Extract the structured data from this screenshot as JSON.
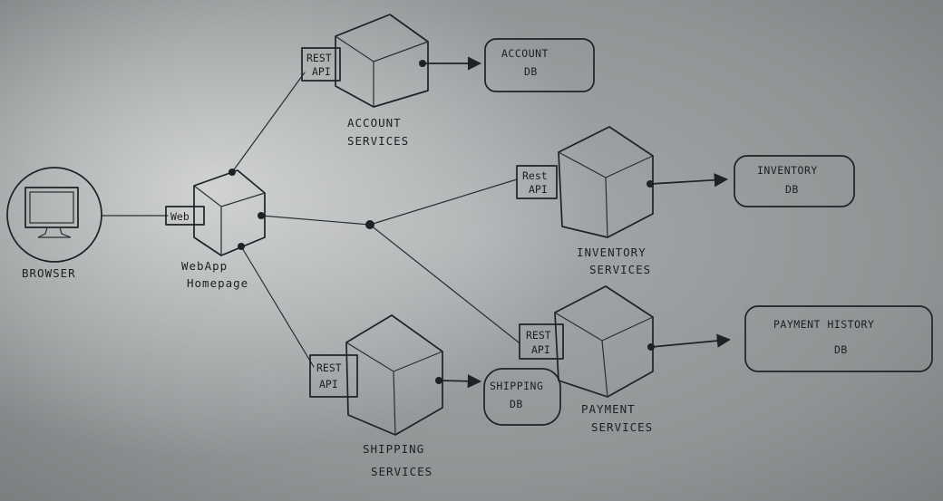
{
  "diagram": {
    "browser": {
      "label": "BROWSER"
    },
    "webapp": {
      "tag": "Web",
      "label_line1": "WebApp",
      "label_line2": "Homepage"
    },
    "account": {
      "tag_line1": "REST",
      "tag_line2": "API",
      "label_line1": "ACCOUNT",
      "label_line2": "SERVICES",
      "db_line1": "ACCOUNT",
      "db_line2": "DB"
    },
    "inventory": {
      "tag_line1": "Rest",
      "tag_line2": "API",
      "label_line1": "INVENTORY",
      "label_line2": "SERVICES",
      "db_line1": "INVENTORY",
      "db_line2": "DB"
    },
    "payment": {
      "tag_line1": "REST",
      "tag_line2": "API",
      "label_line1": "PAYMENT",
      "label_line2": "SERVICES",
      "db_line1": "PAYMENT HISTORY",
      "db_line2": "DB"
    },
    "shipping": {
      "tag_line1": "REST",
      "tag_line2": "API",
      "label_line1": "SHIPPING",
      "label_line2": "SERVICES",
      "db_line1": "SHIPPING",
      "db_line2": "DB"
    }
  }
}
